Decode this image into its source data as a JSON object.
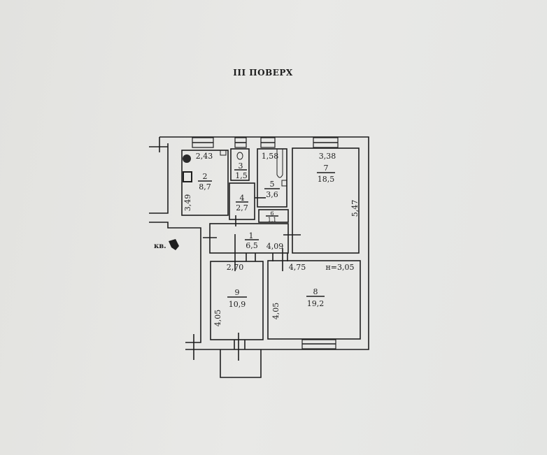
{
  "title": "III ПОВЕРХ",
  "apartment_label": "кв.",
  "rooms": [
    {
      "number": "1",
      "area": "6,5"
    },
    {
      "number": "2",
      "area": "8,7"
    },
    {
      "number": "3",
      "area": "1,5"
    },
    {
      "number": "4",
      "area": "2,7"
    },
    {
      "number": "5",
      "area": "3,6"
    },
    {
      "number": "6",
      "area": "1,1"
    },
    {
      "number": "7",
      "area": "18,5"
    },
    {
      "number": "8",
      "area": "19,2"
    },
    {
      "number": "9",
      "area": "10,9"
    }
  ],
  "dimensions": {
    "room2_width": "2,43",
    "room2_length": "3,49",
    "room5_width": "1,58",
    "room7_width": "3,38",
    "room7_length": "5,47",
    "room1_length": "4,09",
    "room9_width": "2,70",
    "room9_length": "4,05",
    "room8_width": "4,75",
    "room8_length": "4,05",
    "ceiling_height": "н=3,05"
  }
}
